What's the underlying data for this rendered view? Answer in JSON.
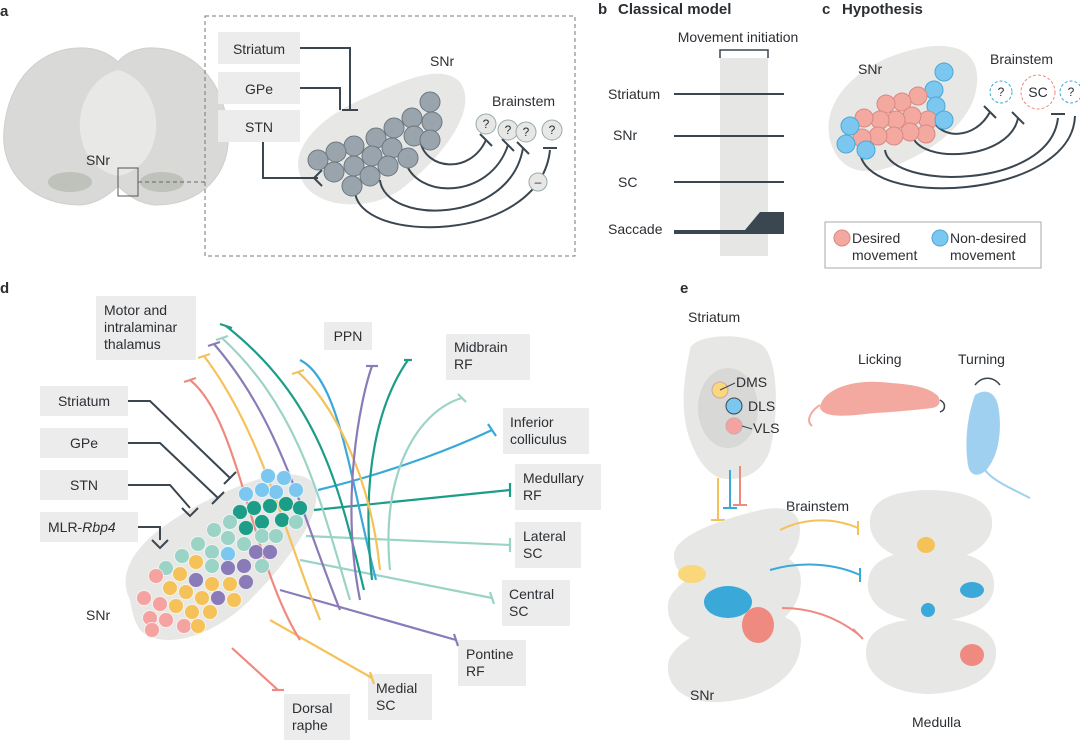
{
  "panels": {
    "a": {
      "letter": "a",
      "snr_center": "SNr",
      "inputs": [
        "Striatum",
        "GPe",
        "STN"
      ],
      "snr": "SNr",
      "brainstem": "Brainstem",
      "unknown": "?",
      "minus": "–"
    },
    "b": {
      "letter": "b",
      "title": "Classical model",
      "movement_initiation": "Movement initiation",
      "rows": [
        "Striatum",
        "SNr",
        "SC",
        "Saccade"
      ]
    },
    "c": {
      "letter": "c",
      "title": "Hypothesis",
      "snr": "SNr",
      "brainstem": "Brainstem",
      "sc": "SC",
      "unknown": "?",
      "legend": {
        "desired": [
          "Desired",
          "movement"
        ],
        "nondesired": [
          "Non-desired",
          "movement"
        ]
      }
    },
    "d": {
      "letter": "d",
      "inputs": [
        "Striatum",
        "GPe",
        "STN"
      ],
      "mlr": {
        "prefix": "MLR-",
        "gene": "Rbp4"
      },
      "snr": "SNr",
      "targets": {
        "thalamus": [
          "Motor and",
          "intralaminar",
          "thalamus"
        ],
        "ppn": "PPN",
        "midbrain_rf": [
          "Midbrain",
          "RF"
        ],
        "inferior_colliculus": [
          "Inferior",
          "colliculus"
        ],
        "medullary_rf": [
          "Medullary",
          "RF"
        ],
        "lateral_sc": [
          "Lateral",
          "SC"
        ],
        "central_sc": [
          "Central",
          "SC"
        ],
        "pontine_rf": [
          "Pontine",
          "RF"
        ],
        "medial_sc": [
          "Medial",
          "SC"
        ],
        "dorsal_raphe": [
          "Dorsal",
          "raphe"
        ]
      }
    },
    "e": {
      "letter": "e",
      "striatum": "Striatum",
      "subregions": [
        "DMS",
        "DLS",
        "VLS"
      ],
      "licking": "Licking",
      "turning": "Turning",
      "brainstem": "Brainstem",
      "snr": "SNr",
      "medulla": "Medulla"
    }
  },
  "colors": {
    "dark": "#3a4650",
    "gray_fill": "#e7e7e5",
    "box": "#ececec",
    "neuron_gray": "#9aa4ac",
    "desired": "#f4a9a0",
    "nondesired": "#7cc7ef",
    "yellow": "#f5c25a",
    "blue": "#3aa9d9",
    "teal": "#1c9d88",
    "light_teal": "#9bd3c6",
    "purple": "#8a7bb8",
    "salmon": "#ee8a80",
    "pink": "#f5a3a0",
    "shade": "#e6e6e4"
  }
}
